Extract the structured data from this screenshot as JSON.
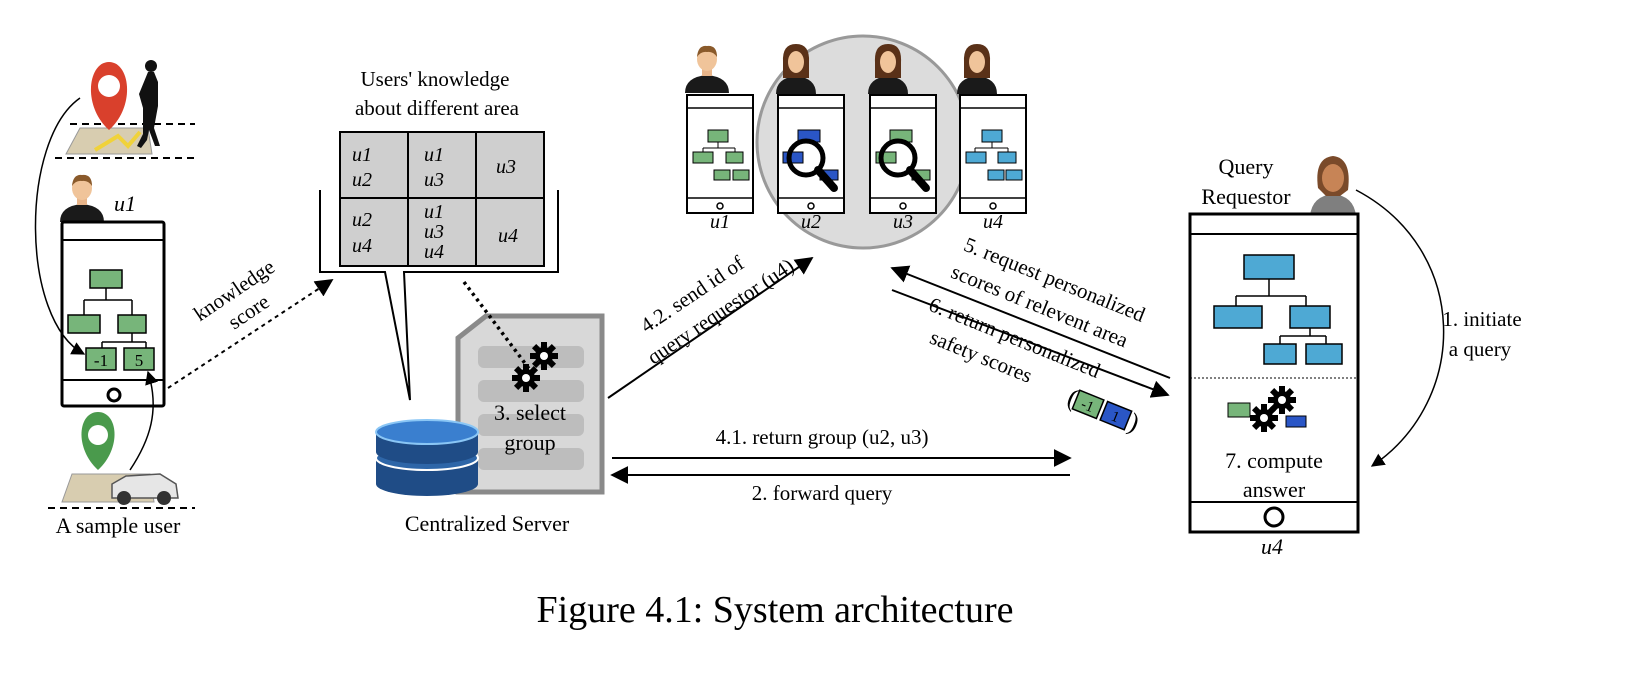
{
  "diagram": {
    "caption": "Figure 4.1: System architecture",
    "sample_user": {
      "label": "A sample user",
      "phone_user": "u1",
      "cell_left": "-1",
      "cell_right": "5"
    },
    "knowledge_score": {
      "line1": "knowledge",
      "line2": "score"
    },
    "knowledge_table": {
      "title_line1": "Users' knowledge",
      "title_line2": "about different area",
      "cells": [
        [
          "u1",
          "u2"
        ],
        [
          "u1",
          "u3"
        ],
        [
          "u3"
        ],
        [
          "u2",
          "u4"
        ],
        [
          "u1",
          "u3",
          "u4"
        ],
        [
          "u4"
        ]
      ]
    },
    "server": {
      "label": "Centralized Server",
      "step_line1": "3. select",
      "step_line2": "group"
    },
    "group_phones": [
      "u1",
      "u2",
      "u3",
      "u4"
    ],
    "arrows": {
      "send_id_line1": "4.2. send id of",
      "send_id_line2": "query requestor (u4)",
      "return_group": "4.1. return group (u2, u3)",
      "forward_query": "2. forward query",
      "request_line1": "5. request personalized",
      "request_line2": "scores of relevent area",
      "return_scores_line1": "6. return personalized",
      "return_scores_line2": "safety scores",
      "badge_left": "-1",
      "badge_right": "1",
      "initiate_line1": "1. initiate",
      "initiate_line2": "a query"
    },
    "requestor": {
      "title_line1": "Query",
      "title_line2": "Requestor",
      "compute_line1": "7. compute",
      "compute_line2": "answer",
      "phone_user": "u4"
    }
  },
  "colors": {
    "green": "#77b57a",
    "blue_light": "#4ea9d4",
    "blue_dark": "#2a56c6",
    "db_blue": "#1f4c86",
    "table_gray": "#cfcfcf",
    "circle_gray": "#dcdcdc",
    "pin_red": "#d9402c",
    "pin_green": "#4a9a4c"
  }
}
